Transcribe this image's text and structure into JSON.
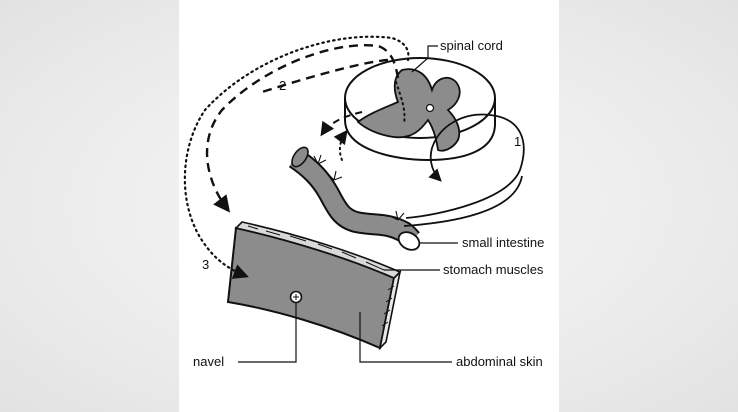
{
  "diagram": {
    "labels": {
      "spinal_cord": "spinal cord",
      "small_intestine": "small intestine",
      "stomach_muscles": "stomach muscles",
      "navel": "navel",
      "abdominal_skin": "abdominal skin"
    },
    "pathways": {
      "p1": "1",
      "p2": "2",
      "p3": "3"
    },
    "colors": {
      "tissue_gray": "#8c8c8c",
      "background": "#e6e6e6",
      "panel": "#ffffff",
      "ink": "#111111"
    }
  }
}
